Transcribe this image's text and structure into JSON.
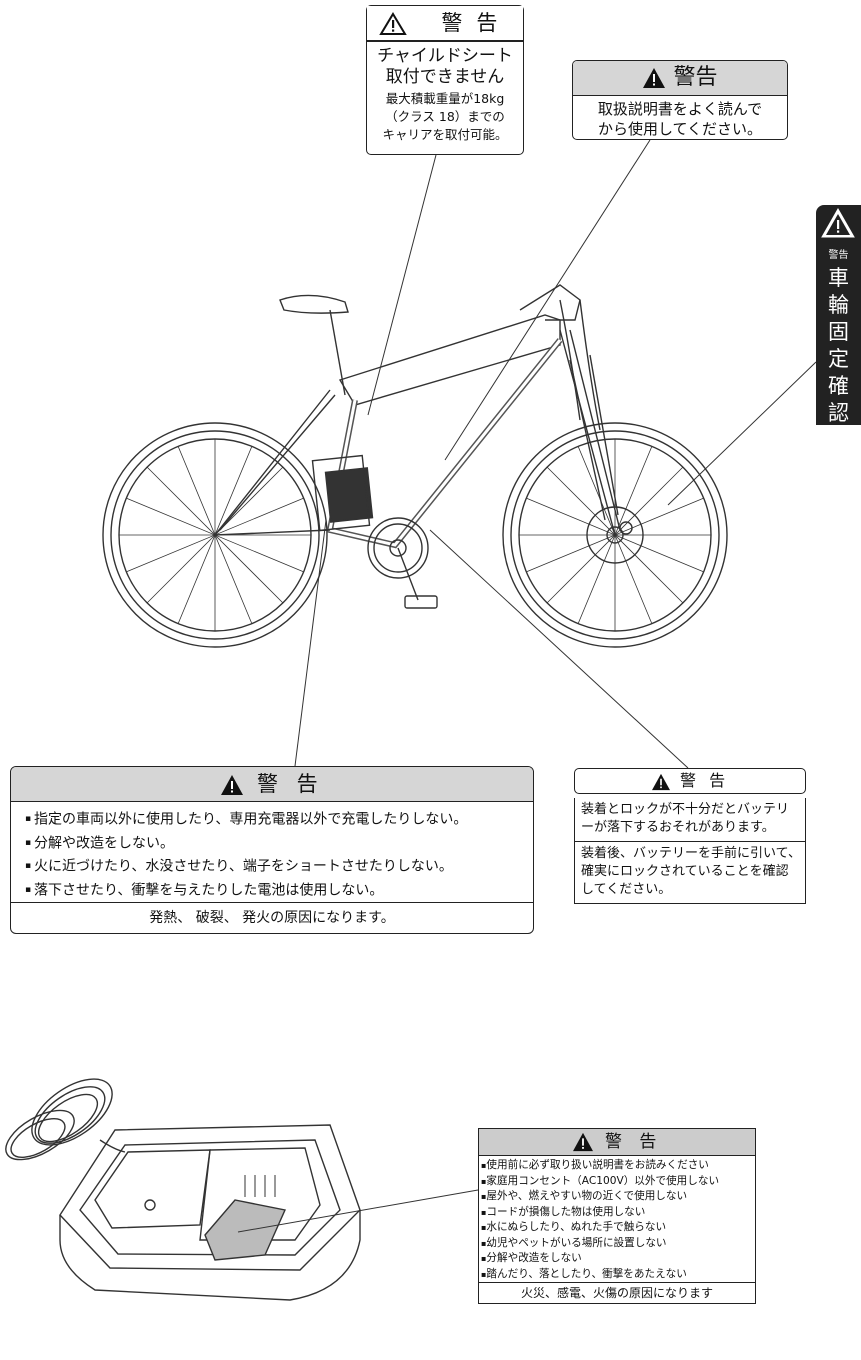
{
  "child_seat_label": {
    "title": "警告",
    "line1": "チャイルドシート",
    "line2": "取付できません",
    "line3": "最大積載重量が18kg",
    "line4": "（クラス 18）までの",
    "line5": "キャリアを取付可能。"
  },
  "manual_label": {
    "title": "警告",
    "line1": "取扱説明書をよく読んで",
    "line2": "から使用してください。"
  },
  "side_tab": {
    "small": "警告",
    "vertical": "車輪固定確認"
  },
  "battery_label": {
    "title": "警 告",
    "items": [
      "指定の車両以外に使用したり、専用充電器以外で充電したりしない。",
      "分解や改造をしない。",
      "火に近づけたり、水没させたり、端子をショートさせたりしない。",
      "落下させたり、衝撃を与えたりした電池は使用しない。"
    ],
    "footer": "発熱、 破裂、 発火の原因になります。"
  },
  "lock_label": {
    "title": "警 告",
    "para1": "装着とロックが不十分だとバッテリーが落下するおそれがあります。",
    "para2": "装着後、バッテリーを手前に引いて、確実にロックされていることを確認してください。"
  },
  "charger_label": {
    "title": "警 告",
    "items": [
      "使用前に必ず取り扱い説明書をお読みください",
      "家庭用コンセント（AC100V）以外で使用しない",
      "屋外や、燃えやすい物の近くで使用しない",
      "コードが損傷した物は使用しない",
      "水にぬらしたり、ぬれた手で触らない",
      "幼児やペットがいる場所に設置しない",
      "分解や改造をしない",
      "踏んだり、落としたり、衝撃をあたえない"
    ],
    "footer": "火災、感電、火傷の原因になります"
  }
}
